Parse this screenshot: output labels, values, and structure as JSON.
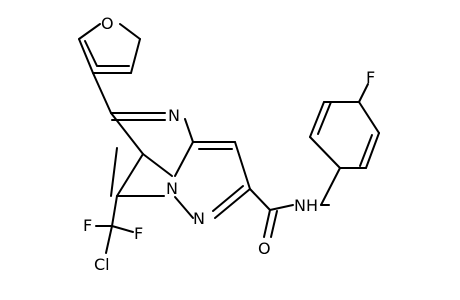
{
  "diagram": {
    "type": "chemical-structure",
    "atom_labels": {
      "furan_o": "O",
      "n_pyrimidine": "N",
      "n_bridge": "N",
      "n_pyrazole": "N",
      "amide_nh": "NH",
      "carbonyl_o": "O",
      "fluorine_aryl": "F",
      "fluorine_left": "F",
      "fluorine_right": "F",
      "chlorine": "Cl"
    },
    "colors": {
      "bond": "#000000",
      "label": "#000000",
      "background": "#ffffff"
    }
  }
}
